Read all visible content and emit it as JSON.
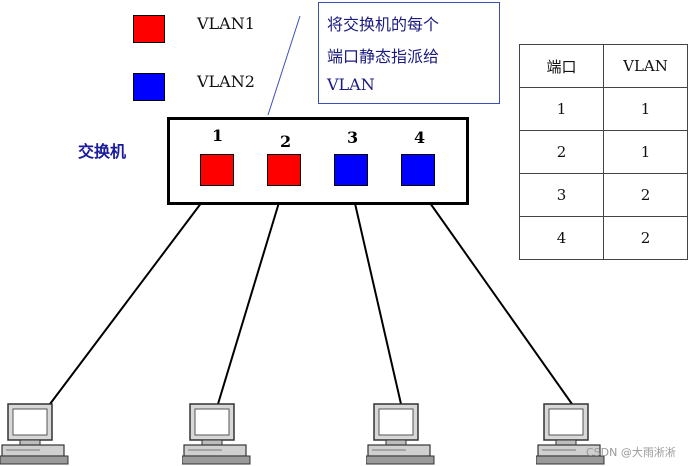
{
  "legend": [
    {
      "label": "VLAN1",
      "color": "#ff0000"
    },
    {
      "label": "VLAN2",
      "color": "#0000ff"
    }
  ],
  "callout": {
    "lines": [
      "将交换机的每个",
      "端口静态指派给",
      "VLAN"
    ]
  },
  "switch": {
    "label": "交换机",
    "ports": [
      {
        "number": "1",
        "vlan": "VLAN1",
        "color": "#ff0000"
      },
      {
        "number": "2",
        "vlan": "VLAN1",
        "color": "#ff0000"
      },
      {
        "number": "3",
        "vlan": "VLAN2",
        "color": "#0000ff"
      },
      {
        "number": "4",
        "vlan": "VLAN2",
        "color": "#0000ff"
      }
    ]
  },
  "table": {
    "headers": [
      "端口",
      "VLAN"
    ],
    "rows": [
      [
        "1",
        "1"
      ],
      [
        "2",
        "1"
      ],
      [
        "3",
        "2"
      ],
      [
        "4",
        "2"
      ]
    ]
  },
  "computers": [
    {
      "icon": "computer-icon"
    },
    {
      "icon": "computer-icon"
    },
    {
      "icon": "computer-icon"
    },
    {
      "icon": "computer-icon"
    }
  ],
  "watermark": "CSDN @大雨淅淅"
}
